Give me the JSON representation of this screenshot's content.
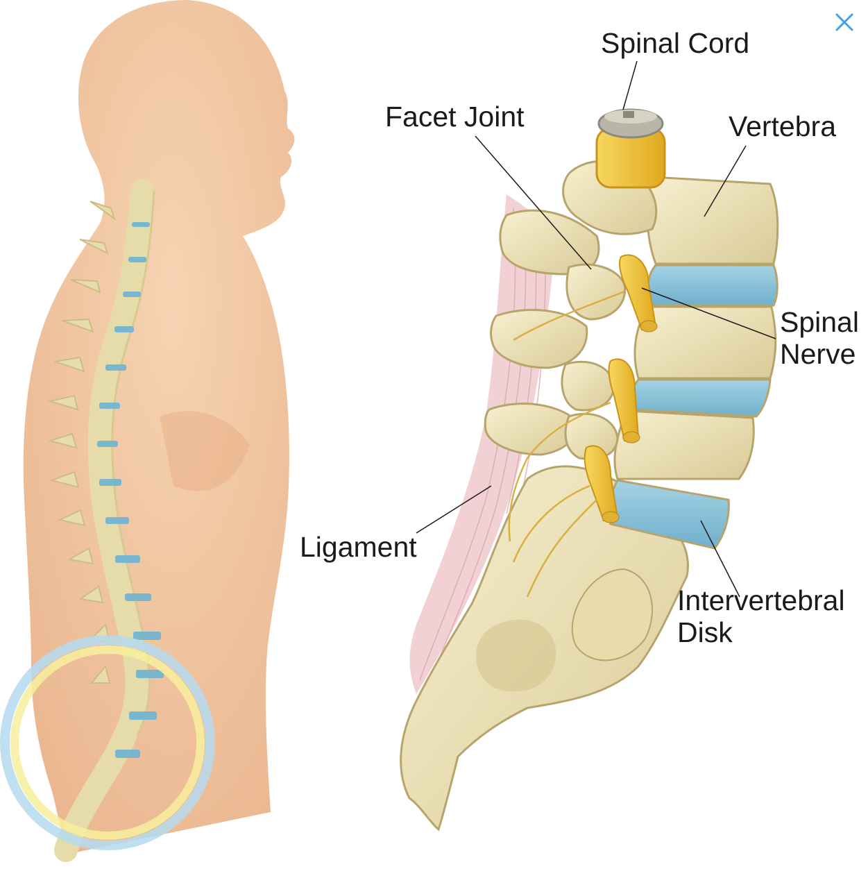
{
  "colors": {
    "skin": "#f0c39e",
    "bone": "#ece2b8",
    "bone_shadow": "#cdbf8a",
    "disk": "#8cc3da",
    "nerve": "#f1c43a",
    "ligament": "#e8b7bb",
    "highlight_ring_outer": "#a9d3ec",
    "highlight_ring_inner": "#f6ec9a",
    "close_icon": "#3fa0e8"
  },
  "labels": {
    "spinal_cord": "Spinal Cord",
    "facet_joint": "Facet Joint",
    "vertebra": "Vertebra",
    "spinal_nerve_line1": "Spinal",
    "spinal_nerve_line2": "Nerve",
    "ligament": "Ligament",
    "intervertebral_line1": "Intervertebral",
    "intervertebral_line2": "Disk"
  },
  "icons": {
    "close": "close-icon"
  }
}
